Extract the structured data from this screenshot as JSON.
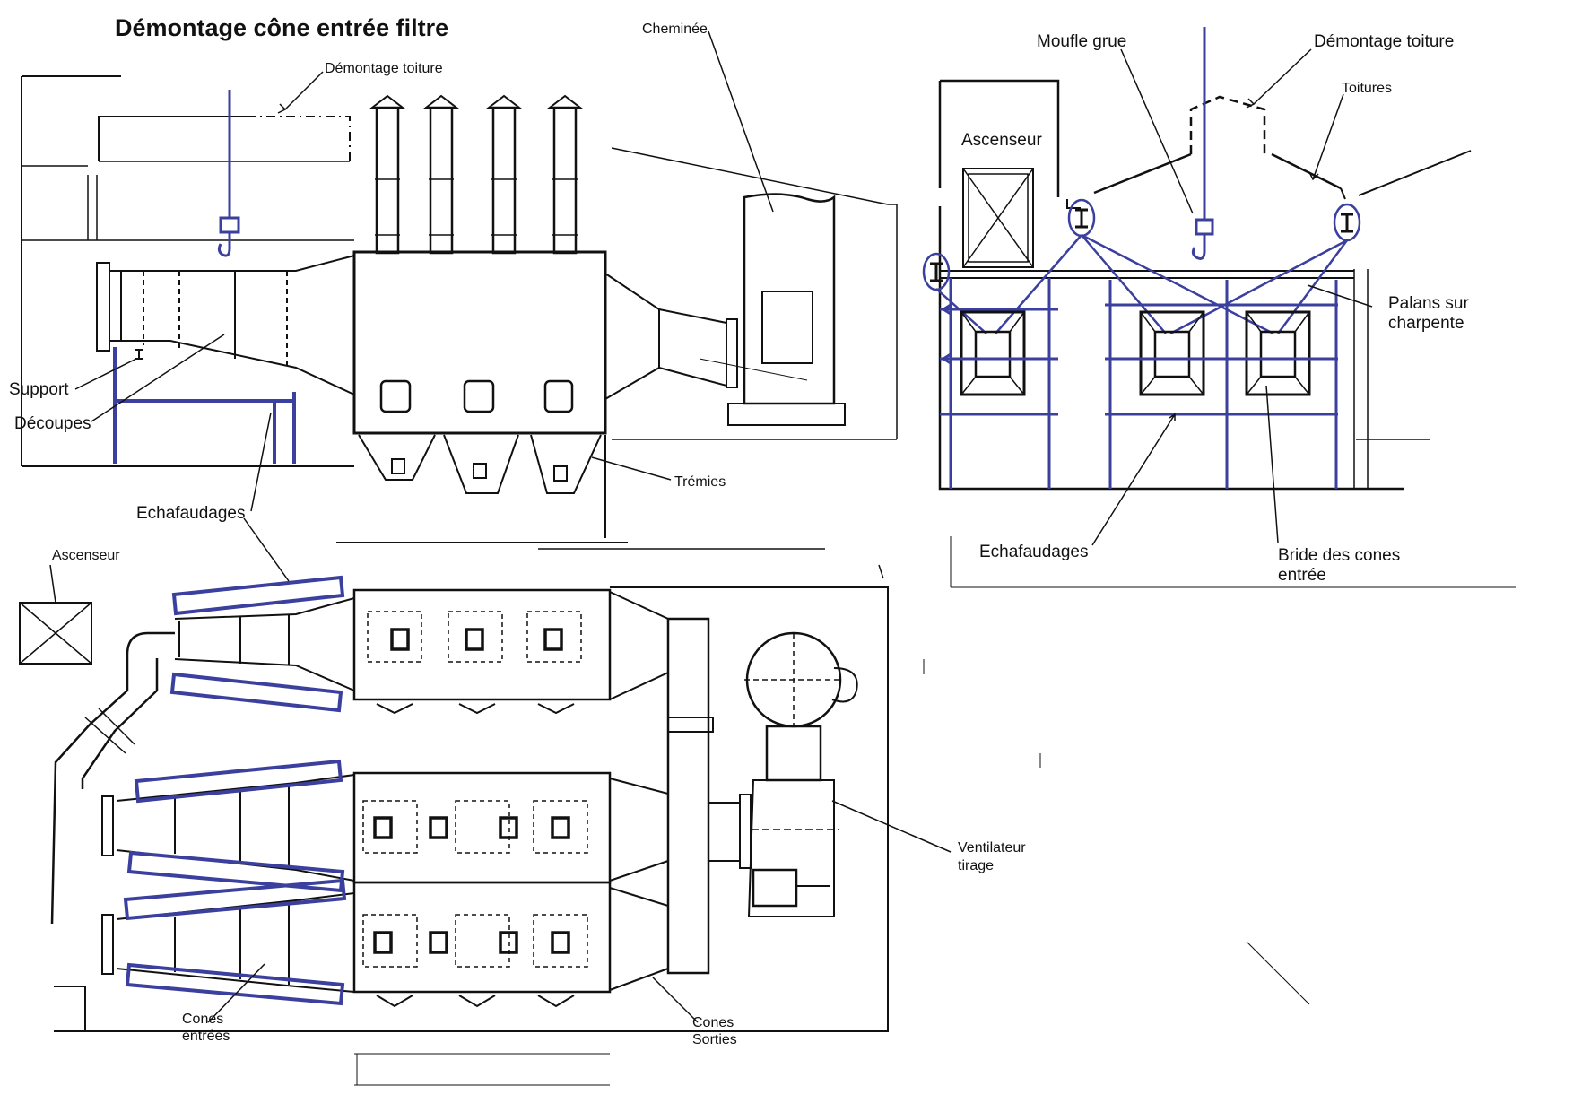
{
  "title": "Démontage cône entrée filtre",
  "labels": {
    "demontage_toiture_left": "Démontage toiture",
    "cheminee": "Cheminée",
    "support": "Support",
    "decoupes": "Découpes",
    "tremies": "Trémies",
    "echafaudages_left": "Echafaudages",
    "ascenseur_plan": "Ascenseur",
    "cones_entrees_1": "Cones",
    "cones_entrees_2": "entrées",
    "cones_sorties_1": "Cones",
    "cones_sorties_2": "Sorties",
    "ventilateur_1": "Ventilateur",
    "ventilateur_2": "tirage",
    "moufle_grue": "Moufle grue",
    "demontage_toiture_right": "Démontage toiture",
    "toitures": "Toitures",
    "ascenseur_section": "Ascenseur",
    "palans_1": "Palans sur",
    "palans_2": "charpente",
    "echafaudages_right": "Echafaudages",
    "bride_1": "Bride des cones",
    "bride_2": "entrée"
  },
  "colors": {
    "ink": "#111111",
    "scaffold_blue": "#3b3f9e"
  }
}
